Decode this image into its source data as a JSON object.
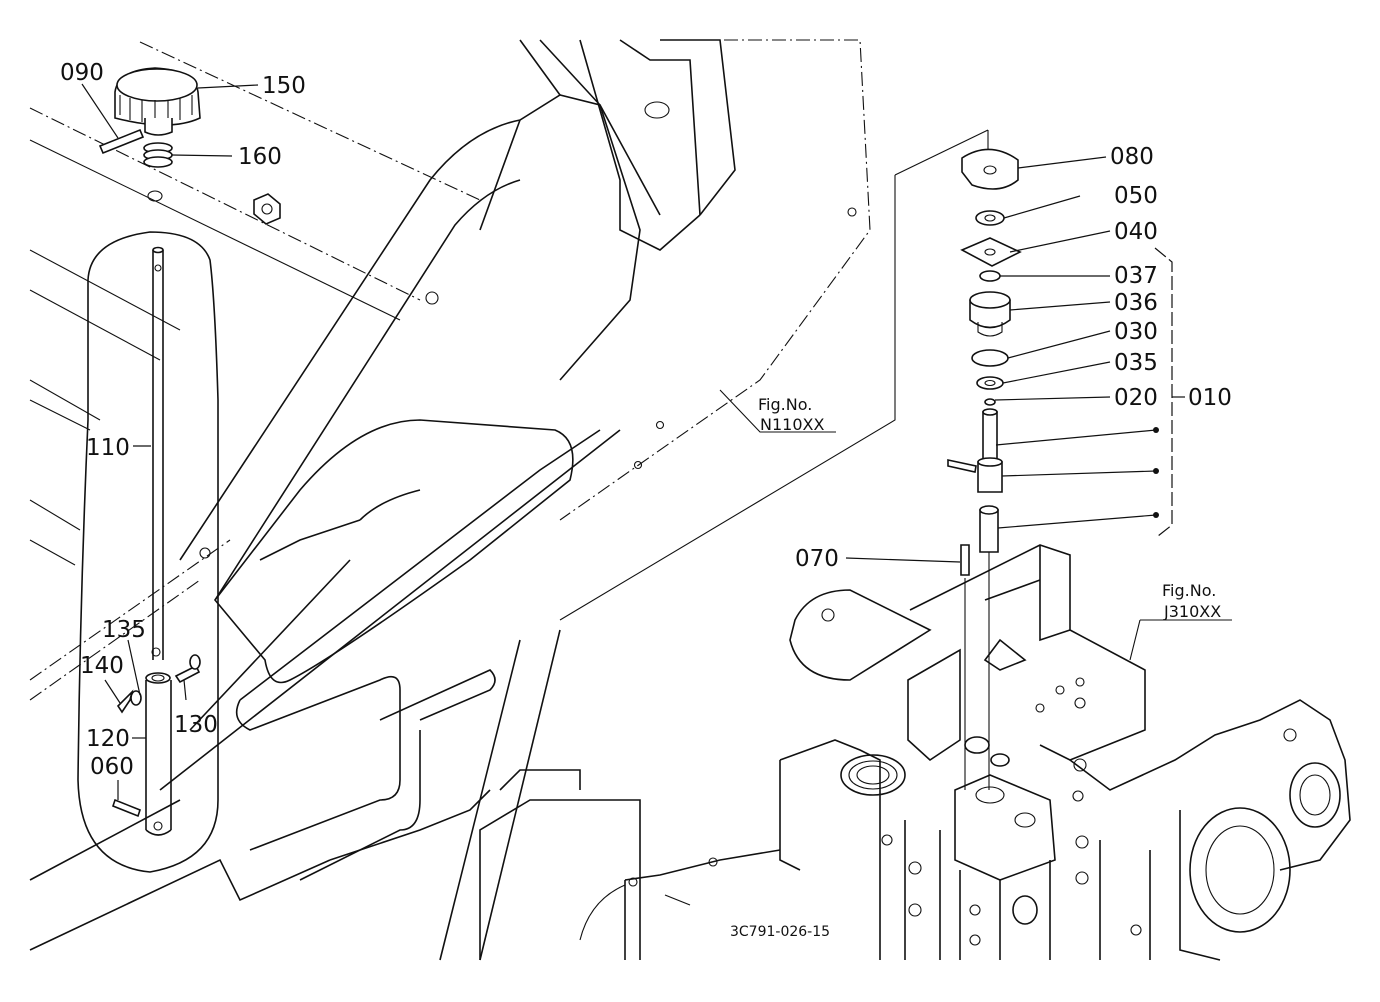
{
  "callouts": {
    "c090": "090",
    "c150": "150",
    "c160": "160",
    "c110": "110",
    "c135": "135",
    "c140": "140",
    "c120": "120",
    "c130": "130",
    "c060": "060",
    "c080": "080",
    "c050": "050",
    "c040": "040",
    "c037": "037",
    "c036": "036",
    "c030": "030",
    "c035": "035",
    "c020": "020",
    "c010": "010",
    "c070": "070"
  },
  "figure_refs": {
    "ref1_line1": "Fig.No.",
    "ref1_line2": "N110XX",
    "ref2_line1": "Fig.No.",
    "ref2_line2": "J310XX"
  },
  "drawing_code": "3C791-026-15"
}
